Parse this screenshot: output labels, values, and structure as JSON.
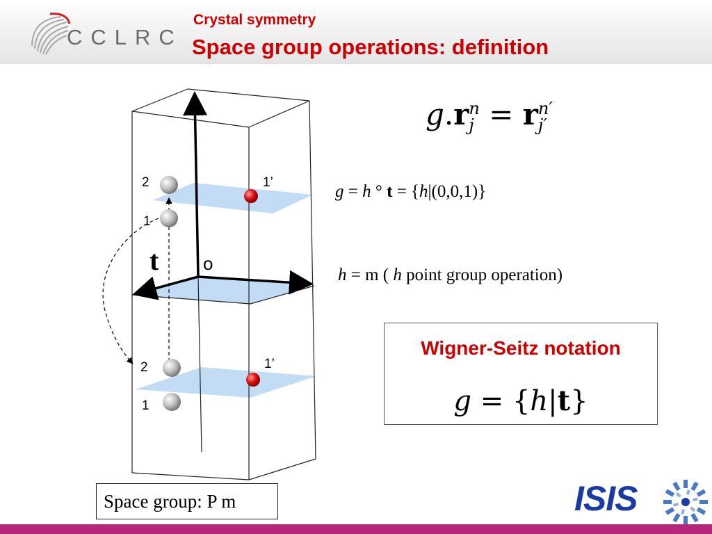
{
  "header": {
    "logo_text": "CCLRC",
    "title_small": "Crystal symmetry",
    "title_big": "Space group operations: definition"
  },
  "diagram": {
    "upper_labels": {
      "atom2": "2",
      "atom1": "1",
      "atom1_prime": "1’"
    },
    "lower_labels": {
      "atom2": "2",
      "atom1": "1",
      "atom1_prime": "1’"
    },
    "translation_label": "t",
    "origin_label": "o",
    "colors": {
      "plane": "#b8d6f4",
      "atom_grey": "#bcbcbc",
      "atom_red": "#dd1111",
      "frame": "#222222"
    }
  },
  "equations": {
    "main": {
      "g": "g",
      "dot": ".",
      "r": "r",
      "sub1": "j",
      "sup1": "n",
      "eq": "=",
      "sub2": "j′",
      "sup2": "n′"
    },
    "row1": {
      "g": "g",
      "eq1": " = ",
      "h": "h",
      "circ": " ° ",
      "t": "t",
      "eq2": " = {",
      "h2": "h",
      "rest": "|(0,0,1)}"
    },
    "row2": {
      "h": "h",
      "eq": " = m ( ",
      "h2": "h",
      "rest": " point group operation)"
    }
  },
  "wigner_seitz": {
    "title": "Wigner-Seitz notation",
    "g": "g",
    "eq": " = {",
    "h": "h",
    "bar": "|",
    "t": "t",
    "close": "}"
  },
  "space_group": {
    "label": "Space group: P m"
  },
  "footer": {
    "isis_text": "ISIS",
    "accent_color": "#b8267a",
    "brand_color": "#1a3aa6",
    "title_color": "#cc0000"
  }
}
